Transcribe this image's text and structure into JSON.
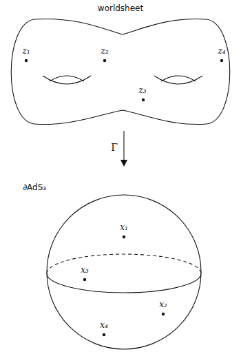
{
  "diagram": {
    "labels": [
      "worldsheet",
      "z₁",
      "z₂",
      "z₃",
      "z₄",
      "Γ",
      "∂AdS₃",
      "x₁",
      "x₃",
      "x₂",
      "x₄"
    ]
  }
}
